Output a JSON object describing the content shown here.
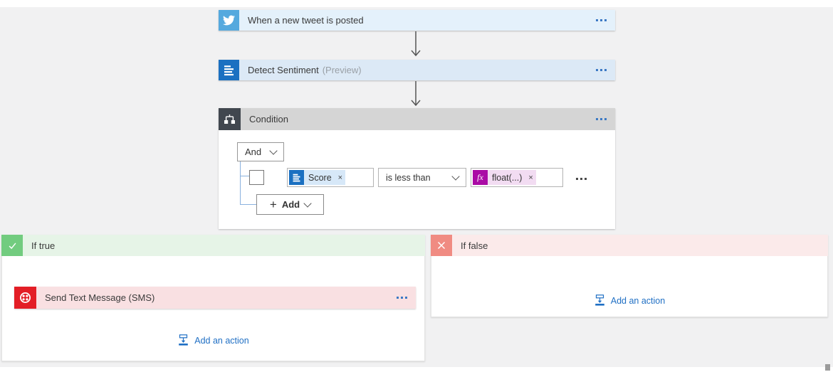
{
  "colors": {
    "canvas_bg": "#F1F1F2",
    "twitter_blue": "#55A9DE",
    "trigger_card_bg": "#E4F1FB",
    "sentiment_blue": "#1B70C1",
    "sentiment_card_bg": "#DCE9F6",
    "condition_header_bg": "#D5D5D5",
    "condition_icon_bg": "#41474F",
    "tree_line_blue": "#8AB1DE",
    "score_token_bg": "#D7E8F8",
    "float_token_bg": "#F2DCF2",
    "fx_icon_bg": "#AA0BA5",
    "true_icon_green": "#72CC7F",
    "true_header_bg": "#E6F4E7",
    "false_icon_red": "#F08B82",
    "false_header_bg": "#FBEAEA",
    "twilio_red": "#E31E26",
    "sms_card_bg": "#F9E0E2",
    "link_blue": "#1F6FC4",
    "menu_dots_blue": "#3C79C4"
  },
  "flow": {
    "trigger": {
      "title": "When a new tweet is posted",
      "icon": "twitter-icon",
      "menu_icon": "ellipsis-icon"
    },
    "sentiment": {
      "title": "Detect Sentiment",
      "badge": "(Preview)",
      "icon": "text-analytics-icon",
      "menu_icon": "ellipsis-icon"
    },
    "condition": {
      "title": "Condition",
      "icon": "condition-icon",
      "menu_icon": "ellipsis-icon",
      "group_operator": "And",
      "rows": [
        {
          "operand1": {
            "label": "Score",
            "remove_label": "×",
            "icon": "text-analytics-icon"
          },
          "operator": "is less than",
          "operand2": {
            "label": "float(...)",
            "remove_label": "×",
            "icon": "fx-icon",
            "fx_glyph": "fx"
          },
          "row_menu_icon": "ellipsis-icon"
        }
      ],
      "add_button": {
        "plus_label": "+",
        "label": "Add"
      }
    },
    "branch_true": {
      "title": "If true",
      "icon": "check-icon",
      "action": {
        "title": "Send Text Message (SMS)",
        "icon": "twilio-icon",
        "menu_icon": "ellipsis-icon"
      },
      "add_action_label": "Add an action"
    },
    "branch_false": {
      "title": "If false",
      "icon": "close-icon",
      "add_action_label": "Add an action"
    }
  }
}
